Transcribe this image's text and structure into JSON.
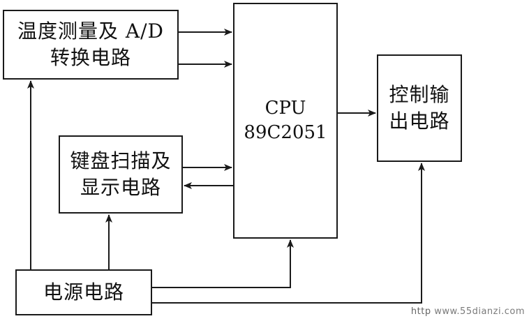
{
  "blocks": {
    "adc": {
      "lines": [
        "温度测量及 A/D",
        "转换电路"
      ]
    },
    "keyboard": {
      "lines": [
        "键盘扫描及",
        "显示电路"
      ]
    },
    "cpu": {
      "lines": [
        "CPU",
        "89C2051"
      ]
    },
    "control": {
      "lines": [
        "控制输",
        "出电路"
      ]
    },
    "power": {
      "lines": [
        "电源电路"
      ]
    }
  },
  "watermark": {
    "prefix": "http",
    "site": "www.55dianzi.com"
  },
  "colors": {
    "line": "#1a1a1a",
    "background": "#ffffff"
  }
}
